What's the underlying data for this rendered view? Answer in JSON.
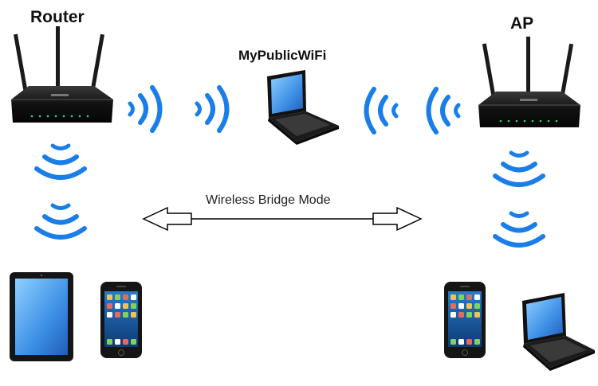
{
  "labels": {
    "router": "Router",
    "ap": "AP",
    "hotspot": "MyPublicWiFi",
    "bridge_mode": "Wireless Bridge Mode"
  },
  "colors": {
    "wifi_wave": "#1a7ee8",
    "device_body": "#151515",
    "screen_blue": "#3d8fe6",
    "arrow_outline": "#000000"
  },
  "icons": {
    "router": "wireless-router-icon",
    "ap": "access-point-icon",
    "hotspot": "laptop-icon",
    "tablet": "tablet-icon",
    "phone": "smartphone-icon",
    "wave": "wifi-wave-icon",
    "arrow": "double-arrow-icon"
  }
}
